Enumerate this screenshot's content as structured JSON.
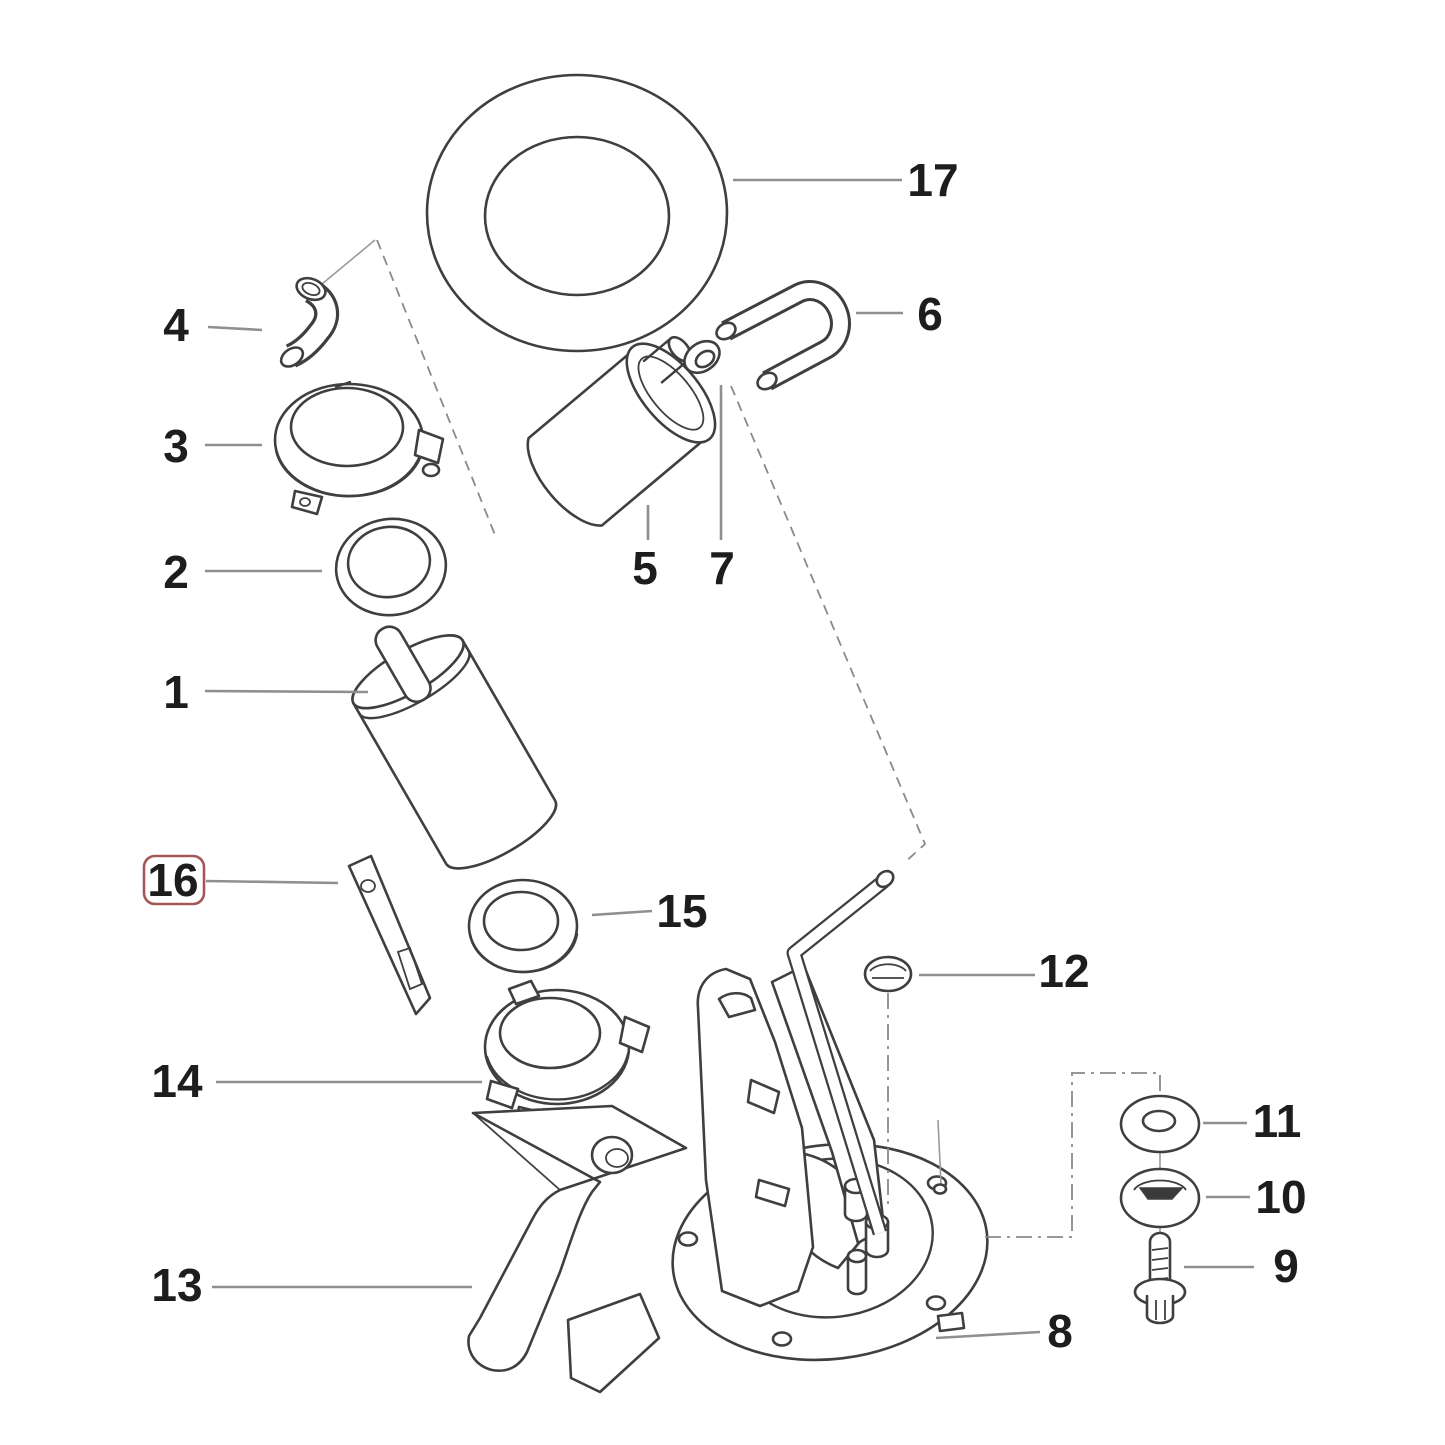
{
  "colors": {
    "background": "#ffffff",
    "line": "#3f3f3f",
    "leader": "#8f8f8f",
    "label": "#1d1d1d",
    "highlight": "#a35757"
  },
  "diagram": {
    "type": "exploded-parts-diagram",
    "callouts": [
      {
        "number": "1",
        "highlighted": false
      },
      {
        "number": "2",
        "highlighted": false
      },
      {
        "number": "3",
        "highlighted": false
      },
      {
        "number": "4",
        "highlighted": false
      },
      {
        "number": "5",
        "highlighted": false
      },
      {
        "number": "6",
        "highlighted": false
      },
      {
        "number": "7",
        "highlighted": false
      },
      {
        "number": "8",
        "highlighted": false
      },
      {
        "number": "9",
        "highlighted": false
      },
      {
        "number": "10",
        "highlighted": false
      },
      {
        "number": "11",
        "highlighted": false
      },
      {
        "number": "12",
        "highlighted": false
      },
      {
        "number": "13",
        "highlighted": false
      },
      {
        "number": "14",
        "highlighted": false
      },
      {
        "number": "15",
        "highlighted": false
      },
      {
        "number": "16",
        "highlighted": true
      },
      {
        "number": "17",
        "highlighted": false
      }
    ]
  }
}
